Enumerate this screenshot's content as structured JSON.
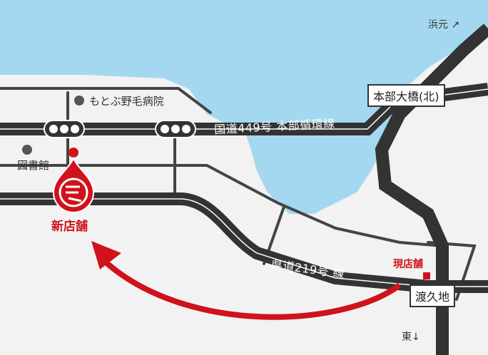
{
  "labels": {
    "hospital": "もとぶ野毛病院",
    "library": "図書館",
    "route449": "国道449号 本部循環線",
    "route219": "県道219号 線",
    "new_store": "新店舗",
    "current_store": "現店舗",
    "bridge": "本部大橋(北)",
    "toku": "渡久地",
    "to_hamamoto": "浜元 ↗",
    "to_east": "東↓"
  },
  "colors": {
    "sea": "#a4d8f0",
    "land": "#f2f2f2",
    "road_major": "#333333",
    "road_minor": "#444444",
    "accent_red": "#d0121b"
  },
  "icons": {
    "traffic_light": "three-circle-signal",
    "store_marker": "red-drop-pin-R-logo",
    "poi": "gray-dot"
  }
}
